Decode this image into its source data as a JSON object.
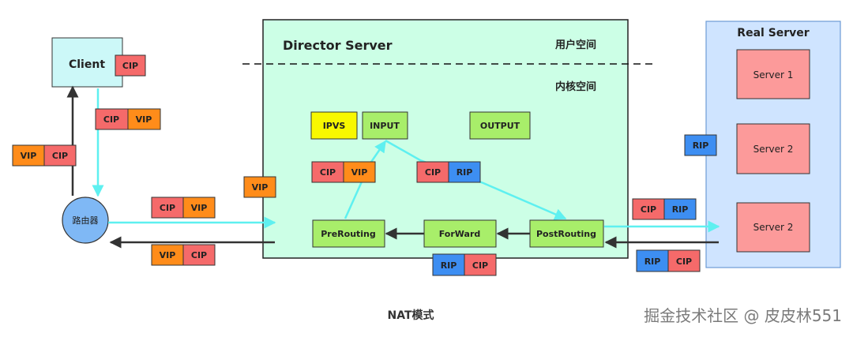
{
  "caption": "NAT模式",
  "watermark": "掘金技术社区 @ 皮皮林551",
  "colors": {
    "director_fill": "#ccffe6",
    "real_server_fill": "#cfe4ff",
    "server_fill": "#fc9a9a",
    "client_fill": "#ccf8f8",
    "router_fill": "#7fb8f5",
    "module_fill": "#a8ee6a",
    "ipvs_fill": "#f8f800",
    "cip_fill": "#f56a6a",
    "vip_fill": "#ff8c1a",
    "rip_fill": "#3d8ef2",
    "request_arrow": "#5ef0f0",
    "response_arrow": "#333333"
  },
  "client": {
    "label": "Client",
    "tag": "CIP"
  },
  "router": {
    "label": "路由器"
  },
  "director": {
    "title": "Director Server",
    "user_space": "用户空间",
    "kernel_space": "内核空间",
    "vip_tag": "VIP",
    "modules": {
      "ipvs": "IPVS",
      "input": "INPUT",
      "output": "OUTPUT",
      "prerouting": "PreRouting",
      "forward": "ForWard",
      "postrouting": "PostRouting"
    }
  },
  "real_server": {
    "title": "Real Server",
    "rip_tag": "RIP",
    "servers": [
      "Server 1",
      "Server 2",
      "Server 2"
    ]
  },
  "packets": {
    "client_to_router": [
      "CIP",
      "VIP"
    ],
    "router_to_client": [
      "VIP",
      "CIP"
    ],
    "router_to_director": [
      "CIP",
      "VIP"
    ],
    "director_to_router": [
      "VIP",
      "CIP"
    ],
    "pre_to_input": [
      "CIP",
      "VIP"
    ],
    "input_to_post": [
      "CIP",
      "RIP"
    ],
    "post_to_forward": [
      "RIP",
      "CIP"
    ],
    "director_to_server": [
      "CIP",
      "RIP"
    ],
    "server_to_director": [
      "RIP",
      "CIP"
    ]
  }
}
